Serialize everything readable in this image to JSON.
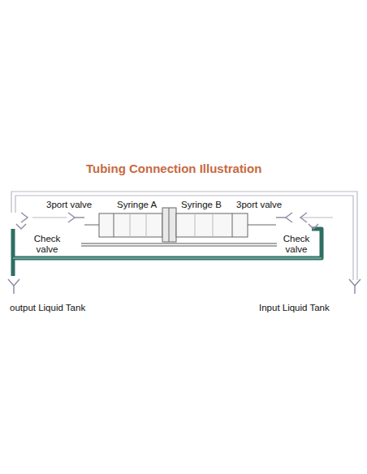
{
  "diagram": {
    "title": "Tubing Connection Illustration",
    "labels": [
      "3port valve",
      "Syringe A",
      "Syringe B",
      "3port valve",
      "Check valve",
      "Check valve",
      "output Liquid Tank",
      "Input Liquid Tank"
    ]
  }
}
